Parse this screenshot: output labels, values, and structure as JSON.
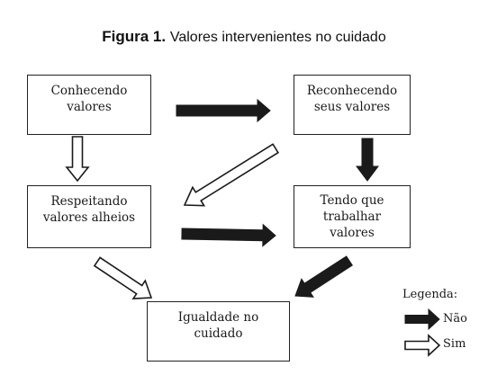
{
  "figure": {
    "number": "Figura 1.",
    "caption": "Valores intervenientes no cuidado"
  },
  "nodes": {
    "conhecendo": "Conhecendo valores",
    "reconhecendo": "Reconhecendo seus valores",
    "respeitando": "Respeitando valores alheios",
    "tendo": "Tendo que trabalhar valores",
    "igualdade": "Igualdade no cuidado"
  },
  "legend": {
    "title": "Legenda:",
    "nao_label": "Não",
    "sim_label": "Sim"
  },
  "arrows": [
    {
      "from": "conhecendo",
      "to": "reconhecendo",
      "type": "nao"
    },
    {
      "from": "conhecendo",
      "to": "respeitando",
      "type": "sim"
    },
    {
      "from": "reconhecendo",
      "to": "tendo",
      "type": "nao"
    },
    {
      "from": "reconhecendo",
      "to": "respeitando",
      "type": "sim"
    },
    {
      "from": "respeitando",
      "to": "tendo",
      "type": "nao"
    },
    {
      "from": "respeitando",
      "to": "igualdade",
      "type": "sim"
    },
    {
      "from": "tendo",
      "to": "igualdade",
      "type": "nao"
    }
  ],
  "colors": {
    "nao": "#1a1a1a",
    "sim": "#ffffff",
    "stroke": "#1a1a1a"
  }
}
